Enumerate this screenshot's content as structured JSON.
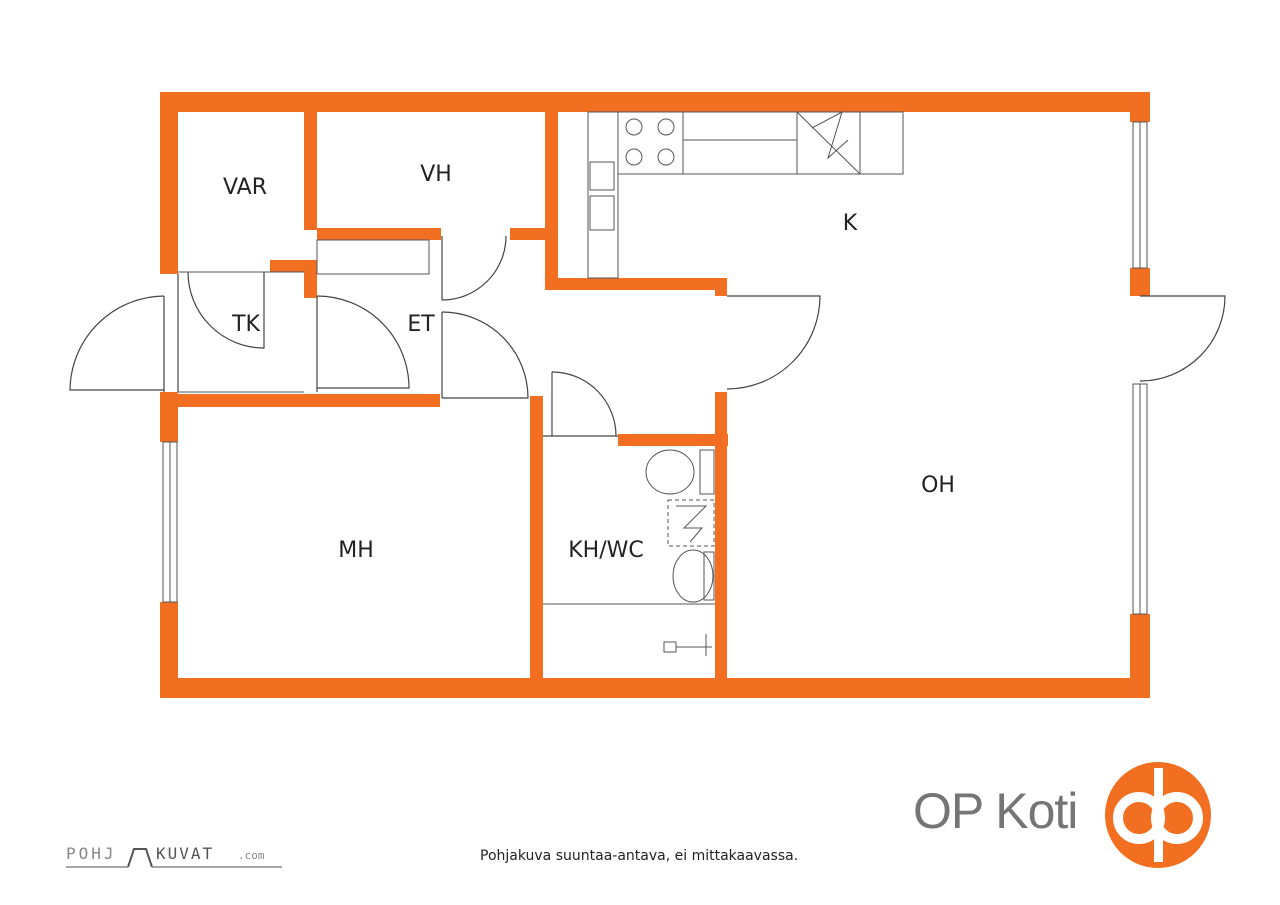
{
  "rooms": {
    "var": "VAR",
    "vh": "VH",
    "k": "K",
    "tk": "TK",
    "et": "ET",
    "oh": "OH",
    "mh": "MH",
    "khwc": "KH/WC"
  },
  "brand": {
    "name": "OP Koti",
    "footer_note": "Pohjakuva suuntaa-antava, ei mittakaavassa.",
    "left_logo_text": "POHJAKUVAT.com",
    "accent_color": "#F26F21",
    "text_color": "#757575"
  },
  "icons": [
    "op-logo-icon",
    "pohjakuvat-logo-icon",
    "stove-icon",
    "sink-icon",
    "toilet-icon",
    "washbasin-icon",
    "shower-icon"
  ]
}
